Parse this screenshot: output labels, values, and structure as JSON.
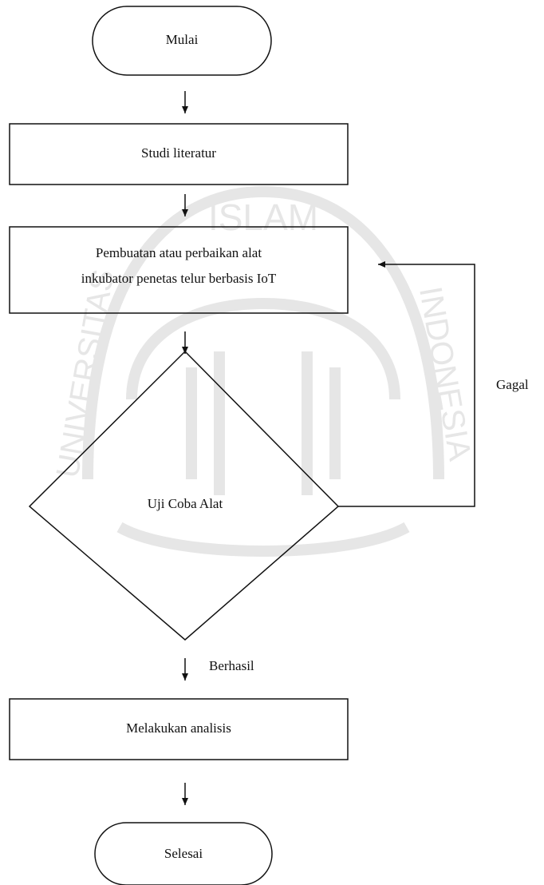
{
  "flowchart": {
    "start": "Mulai",
    "step_literature": "Studi literatur",
    "step_build": {
      "line1": "Pembuatan atau perbaikan alat",
      "line2": "inkubator penetas telur berbasis IoT"
    },
    "decision_test": "Uji Coba Alat",
    "branch_fail": "Gagal",
    "branch_success": "Berhasil",
    "step_analysis": "Melakukan analisis",
    "end": "Selesai"
  },
  "watermark": {
    "top_arc": "ISLAM",
    "left_arc": "UNIVERSITAS",
    "right_arc": "INDONESIA"
  },
  "colors": {
    "stroke": "#111111",
    "watermark": "#e6e6e6"
  }
}
